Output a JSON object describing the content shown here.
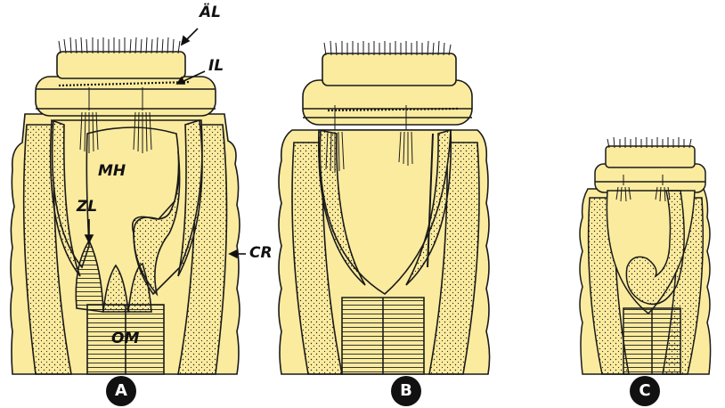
{
  "colors": {
    "body_fill": "#FBEB9E",
    "outline": "#1a1a1a",
    "background": "#FFFFFF",
    "badge": "#111111"
  },
  "labels": {
    "al": "ÄL",
    "il": "IL",
    "mh": "MH",
    "zl": "ZL",
    "cr": "CR",
    "om": "OM"
  },
  "panels": [
    {
      "badge": "A"
    },
    {
      "badge": "B"
    },
    {
      "badge": "C"
    }
  ]
}
